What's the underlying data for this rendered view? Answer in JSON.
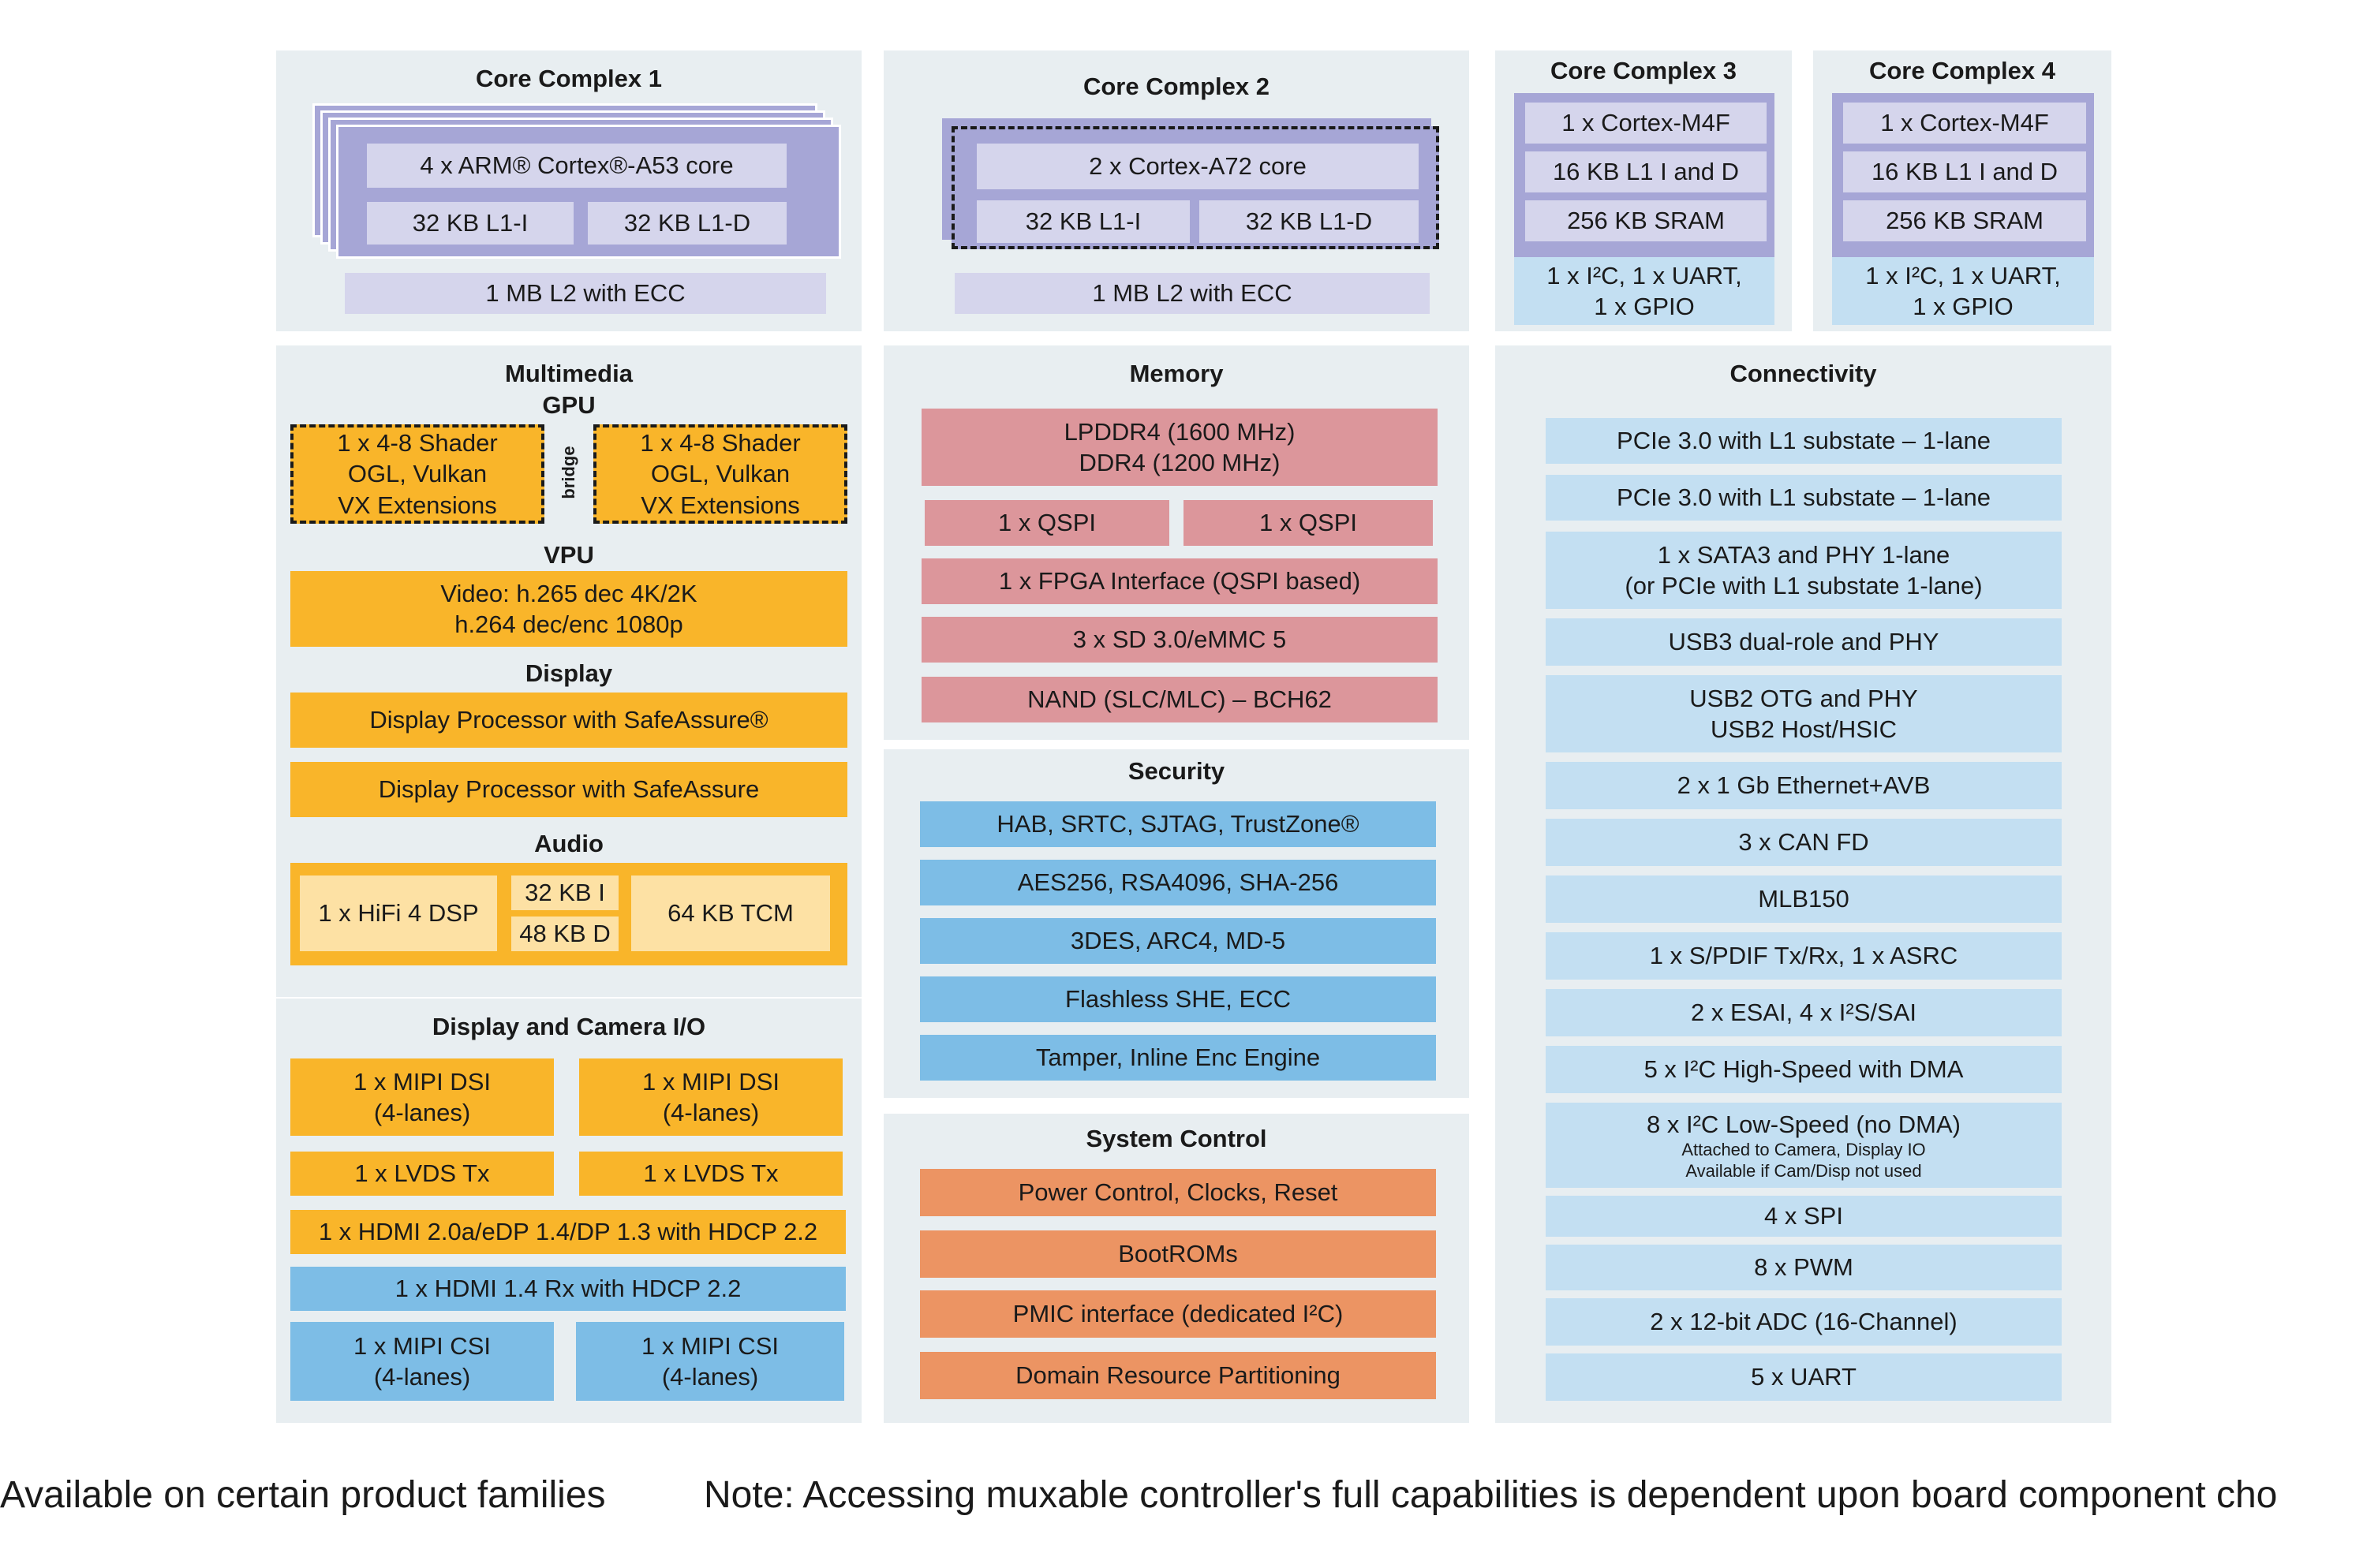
{
  "core1": {
    "title": "Core Complex 1",
    "core": "4 x ARM® Cortex®-A53 core",
    "l1i": "32 KB L1-I",
    "l1d": "32 KB L1-D",
    "l2": "1 MB L2 with ECC"
  },
  "core2": {
    "title": "Core Complex 2",
    "core": "2 x Cortex-A72 core",
    "l1i": "32 KB L1-I",
    "l1d": "32 KB L1-D",
    "l2": "1 MB L2 with ECC"
  },
  "core3": {
    "title": "Core Complex 3",
    "cpu": "1 x Cortex-M4F",
    "cache": "16 KB L1 I and D",
    "sram": "256 KB SRAM",
    "io_line1": "1 x I²C, 1 x UART,",
    "io_line2": "1 x GPIO"
  },
  "core4": {
    "title": "Core Complex 4",
    "cpu": "1 x Cortex-M4F",
    "cache": "16 KB L1 I and D",
    "sram": "256 KB SRAM",
    "io_line1": "1 x I²C, 1 x UART,",
    "io_line2": "1 x GPIO"
  },
  "multimedia": {
    "title": "Multimedia",
    "gpu_title": "GPU",
    "gpu_left": [
      "1 x 4-8 Shader",
      "OGL, Vulkan",
      "VX Extensions"
    ],
    "gpu_right": [
      "1 x 4-8 Shader",
      "OGL, Vulkan",
      "VX Extensions"
    ],
    "bridge": "bridge",
    "vpu_title": "VPU",
    "vpu": [
      "Video: h.265 dec 4K/2K",
      "h.264 dec/enc 1080p"
    ],
    "display_title": "Display",
    "display1": "Display Processor with SafeAssure®",
    "display2": "Display Processor with SafeAssure",
    "audio_title": "Audio",
    "dsp": "1 x  HiFi 4 DSP",
    "kb_i": "32 KB I",
    "kb_d": "48 KB D",
    "tcm": "64 KB TCM"
  },
  "camio": {
    "title": "Display and Camera I/O",
    "dsi_left": [
      "1 x MIPI DSI",
      "(4-lanes)"
    ],
    "dsi_right": [
      "1 x MIPI DSI",
      "(4-lanes)"
    ],
    "lvds_left": "1 x LVDS Tx",
    "lvds_right": "1 x LVDS Tx",
    "hdmi_tx": "1 x HDMI 2.0a/eDP 1.4/DP 1.3 with HDCP 2.2",
    "hdmi_rx": "1 x HDMI 1.4 Rx with HDCP 2.2",
    "csi_left": [
      "1 x MIPI CSI",
      "(4-lanes)"
    ],
    "csi_right": [
      "1 x MIPI CSI",
      "(4-lanes)"
    ]
  },
  "memory": {
    "title": "Memory",
    "dram": [
      "LPDDR4 (1600 MHz)",
      "DDR4 (1200 MHz)"
    ],
    "qspi_left": "1 x QSPI",
    "qspi_right": "1 x QSPI",
    "fpga": "1 x FPGA Interface (QSPI based)",
    "sd": "3 x SD 3.0/eMMC 5",
    "nand": "NAND (SLC/MLC) – BCH62"
  },
  "security": {
    "title": "Security",
    "items": [
      "HAB, SRTC, SJTAG, TrustZone®",
      "AES256, RSA4096, SHA-256",
      "3DES, ARC4, MD-5",
      "Flashless SHE, ECC",
      "Tamper, Inline Enc Engine"
    ]
  },
  "system": {
    "title": "System Control",
    "items": [
      "Power Control, Clocks, Reset",
      "BootROMs",
      "PMIC interface (dedicated I²C)",
      "Domain Resource Partitioning"
    ]
  },
  "connectivity": {
    "title": "Connectivity",
    "pcie1": "PCIe  3.0 with L1 substate – 1-lane",
    "pcie2": "PCIe  3.0 with L1 substate – 1-lane",
    "sata": [
      "1 x SATA3 and PHY 1-lane",
      "(or PCIe with L1 substate 1-lane)"
    ],
    "usb3": "USB3 dual-role and PHY",
    "usb2": [
      "USB2 OTG and PHY",
      "USB2 Host/HSIC"
    ],
    "eth": "2 x 1 Gb Ethernet+AVB",
    "can": "3 x CAN FD",
    "mlb": "MLB150",
    "spdif": "1 x S/PDIF Tx/Rx, 1 x ASRC",
    "esai": "2 x ESAI, 4 x I²S/SAI",
    "i2c_hs": "5 x I²C High-Speed with DMA",
    "i2c_ls": "8 x I²C Low-Speed (no DMA)",
    "i2c_ls_note1": "Attached to Camera, Display IO",
    "i2c_ls_note2": "Available if Cam/Disp not used",
    "spi": "4 x SPI",
    "pwm": "8 x PWM",
    "adc": "2 x 12-bit ADC (16-Channel)",
    "uart": "5 x UART"
  },
  "footer": {
    "left": "Available on certain product families",
    "right": "Note: Accessing muxable controller's full capabilities is dependent upon board component cho"
  },
  "colors": {
    "panel": "#e8eef1",
    "purple_dark": "#a6a6d6",
    "purple_light": "#d5d5ec",
    "light_blue": "#c3dff2",
    "blue": "#7dbde6",
    "orange": "#f9b52a",
    "light_orange": "#fde1a4",
    "pink": "#dc969b",
    "salmon": "#ec9463"
  }
}
